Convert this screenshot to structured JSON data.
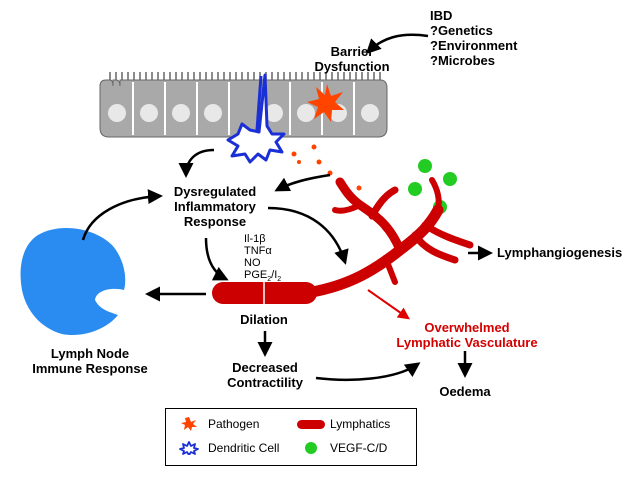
{
  "ibd_block": {
    "lines": [
      "IBD",
      "?Genetics",
      "?Environment",
      "?Microbes"
    ]
  },
  "barrier": {
    "line1": "Barrier",
    "line2": "Dysfunction"
  },
  "inflammatory": {
    "line1": "Dysregulated",
    "line2": "Inflammatory",
    "line3": "Response"
  },
  "mediators": {
    "il": "Il-1β",
    "tnf": "TNFα",
    "no": "NO",
    "pge_main": "PGE",
    "pge_sub1": "2",
    "pge_sep": "/I",
    "pge_sub2": "2"
  },
  "lymphangiogenesis": "Lymphangiogenesis",
  "dilation": "Dilation",
  "lymph_node": {
    "line1": "Lymph Node",
    "line2": "Immune Response"
  },
  "decreased": {
    "line1": "Decreased",
    "line2": "Contractility"
  },
  "overwhelmed": {
    "line1": "Overwhelmed",
    "line2": "Lymphatic Vasculature"
  },
  "oedema": "Oedema",
  "legend": {
    "pathogen": "Pathogen",
    "lymphatics": "Lymphatics",
    "dendritic": "Dendritic Cell",
    "vegf": "VEGF-C/D"
  },
  "colors": {
    "lymphatic_red": "#cc0000",
    "pathogen_orange": "#ff4400",
    "dendritic_blue": "#1a2fd6",
    "vegf_green": "#22cc22",
    "lymph_node_blue": "#2a8cf0",
    "epithelium_gray": "#a9a9a9",
    "highlight_red": "#d40000"
  },
  "icons": {
    "pathogen": "pathogen-icon",
    "dendritic": "dendritic-cell-icon",
    "lymphatics": "lymphatic-vessel-icon",
    "vegf": "vegf-dot-icon"
  }
}
